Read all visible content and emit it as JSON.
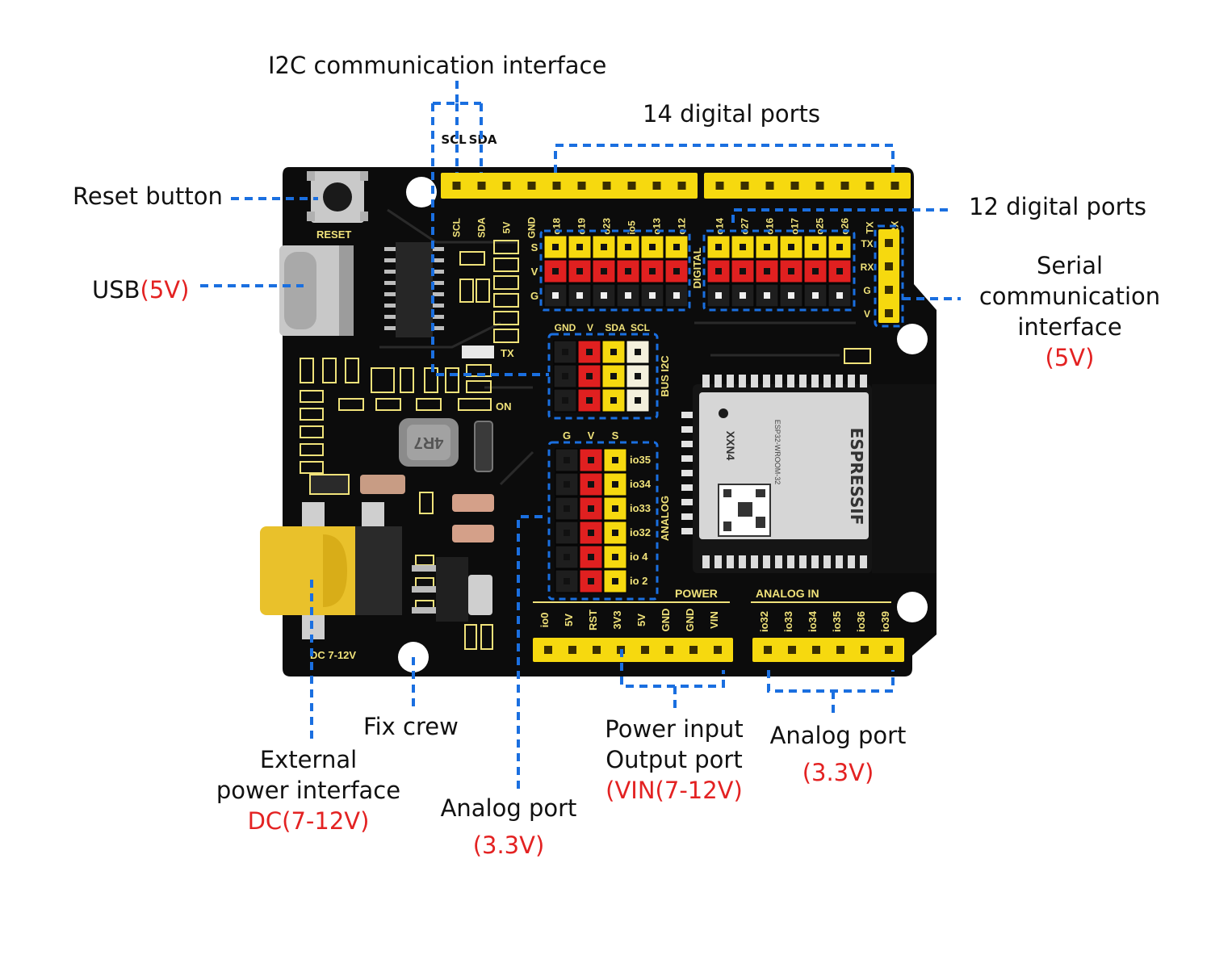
{
  "callouts": {
    "i2c": "I2C communication interface",
    "digital14": "14 digital ports",
    "reset": "Reset button",
    "digital12": "12 digital ports",
    "usb_label": "USB",
    "usb_voltage": "(5V)",
    "serial_line1": "Serial",
    "serial_line2": "communication",
    "serial_line3": "interface",
    "serial_voltage": "(5V)",
    "fix": "Fix crew",
    "ext_line1": "External",
    "ext_line2": "power interface",
    "ext_voltage": "DC(7-12V)",
    "analog_left_line1": "Analog port",
    "analog_left_voltage": "(3.3V)",
    "power_line1": "Power input",
    "power_line2": "Output port",
    "power_voltage": "(VIN(7-12V)",
    "analog_right_line1": "Analog port",
    "analog_right_voltage": "(3.3V)"
  },
  "board": {
    "reset_silk": "RESET",
    "scl_sda_header": [
      "SCL",
      "SDA"
    ],
    "top_left_pins": [
      "SCL",
      "SDA",
      "5V",
      "GND",
      "io18",
      "io19",
      "io23",
      "io5",
      "io13",
      "io12"
    ],
    "top_right_pins": [
      "io14",
      "io27",
      "io16",
      "io17",
      "io25",
      "io26",
      "TX",
      "RX"
    ],
    "svg_rows": [
      "S",
      "V",
      "G"
    ],
    "digital_silk": "DIGITAL",
    "serial_pins": [
      "TX",
      "RX",
      "G",
      "V"
    ],
    "tx_silk": "TX",
    "on_silk": "ON",
    "i2c_header": [
      "GND",
      "V",
      "SDA",
      "SCL"
    ],
    "bus_i2c": "BUS I2C",
    "analog_header": [
      "G",
      "V",
      "S"
    ],
    "analog_pins": [
      "io35",
      "io34",
      "io33",
      "io32",
      "io 4",
      "io 2"
    ],
    "analog_silk": "ANALOG",
    "inductor": "4R7",
    "power_silk": "POWER",
    "analog_in_silk": "ANALOG IN",
    "power_pins": [
      "io0",
      "5V",
      "RST",
      "3V3",
      "5V",
      "GND",
      "GND",
      "VIN"
    ],
    "analog_in_pins": [
      "io32",
      "io33",
      "io34",
      "io35",
      "io36",
      "io39"
    ],
    "dc_silk": "DC 7-12V",
    "module_brand": "ESPRESSIF",
    "module_model": "ESP32-WROOM-32",
    "module_code": "XXN4"
  },
  "colors": {
    "pcb": "#0c0c0c",
    "silk": "#f0e27a",
    "header_yellow": "#f6d90f",
    "pin_red": "#e02020",
    "pin_black": "#1e1e1e",
    "dash_blue": "#1a6fe0",
    "voltage_red": "#e32222"
  }
}
